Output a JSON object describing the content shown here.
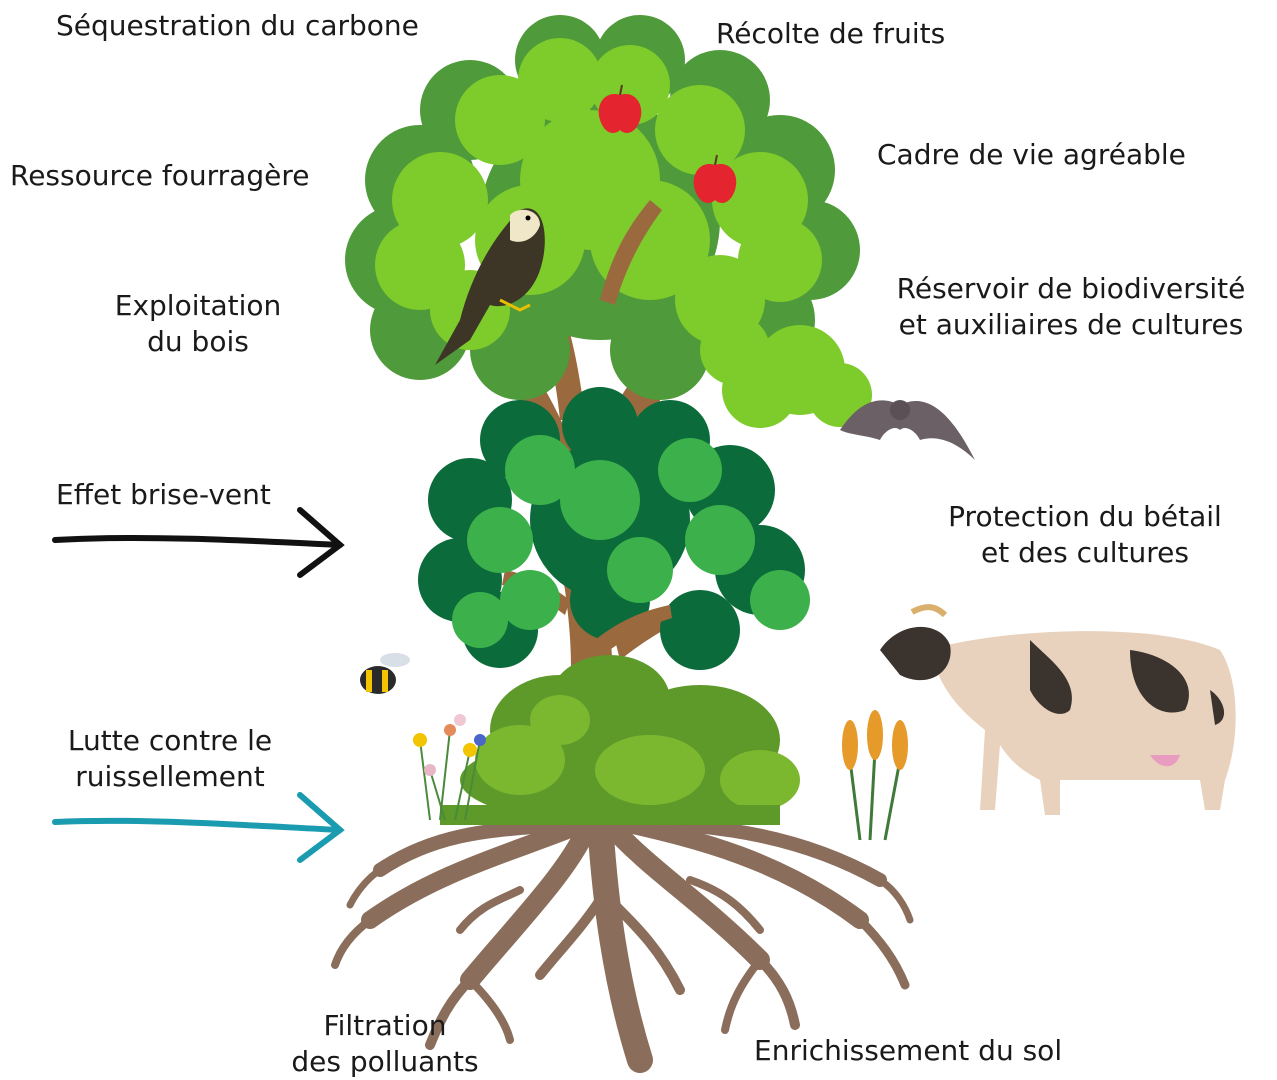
{
  "labels": {
    "sequestration": "Séquestration du carbone",
    "recolte": "Récolte de fruits",
    "cadre": "Cadre de vie agréable",
    "ressource": "Ressource fourragère",
    "exploitation_line1": "Exploitation",
    "exploitation_line2": "du bois",
    "reservoir_line1": "Réservoir de biodiversité",
    "reservoir_line2": "et auxiliaires de cultures",
    "brise_vent": "Effet brise-vent",
    "protection_line1": "Protection du bétail",
    "protection_line2": "et des cultures",
    "lutte_line1": "Lutte contre le",
    "lutte_line2": "ruissellement",
    "filtration_line1": "Filtration",
    "filtration_line2": "des polluants",
    "enrichissement": "Enrichissement du sol"
  },
  "colors": {
    "wind_arrow": "#111111",
    "water_arrow": "#1a9bb0",
    "canopy_dark": "#4f9a3a",
    "canopy_light": "#7ecb2c",
    "midstory_dark": "#0b6b3a",
    "midstory_light": "#3cb04a",
    "shrub_dark": "#5e9a2a",
    "shrub_light": "#7cb82f",
    "trunk": "#9a6a3e",
    "roots": "#8a6d5a",
    "apple": "#e4242f"
  },
  "icons": [
    "falcon-icon",
    "bat-icon",
    "bee-icon",
    "cow-icon",
    "wheat-icon",
    "wildflowers-icon",
    "apple-icon"
  ]
}
